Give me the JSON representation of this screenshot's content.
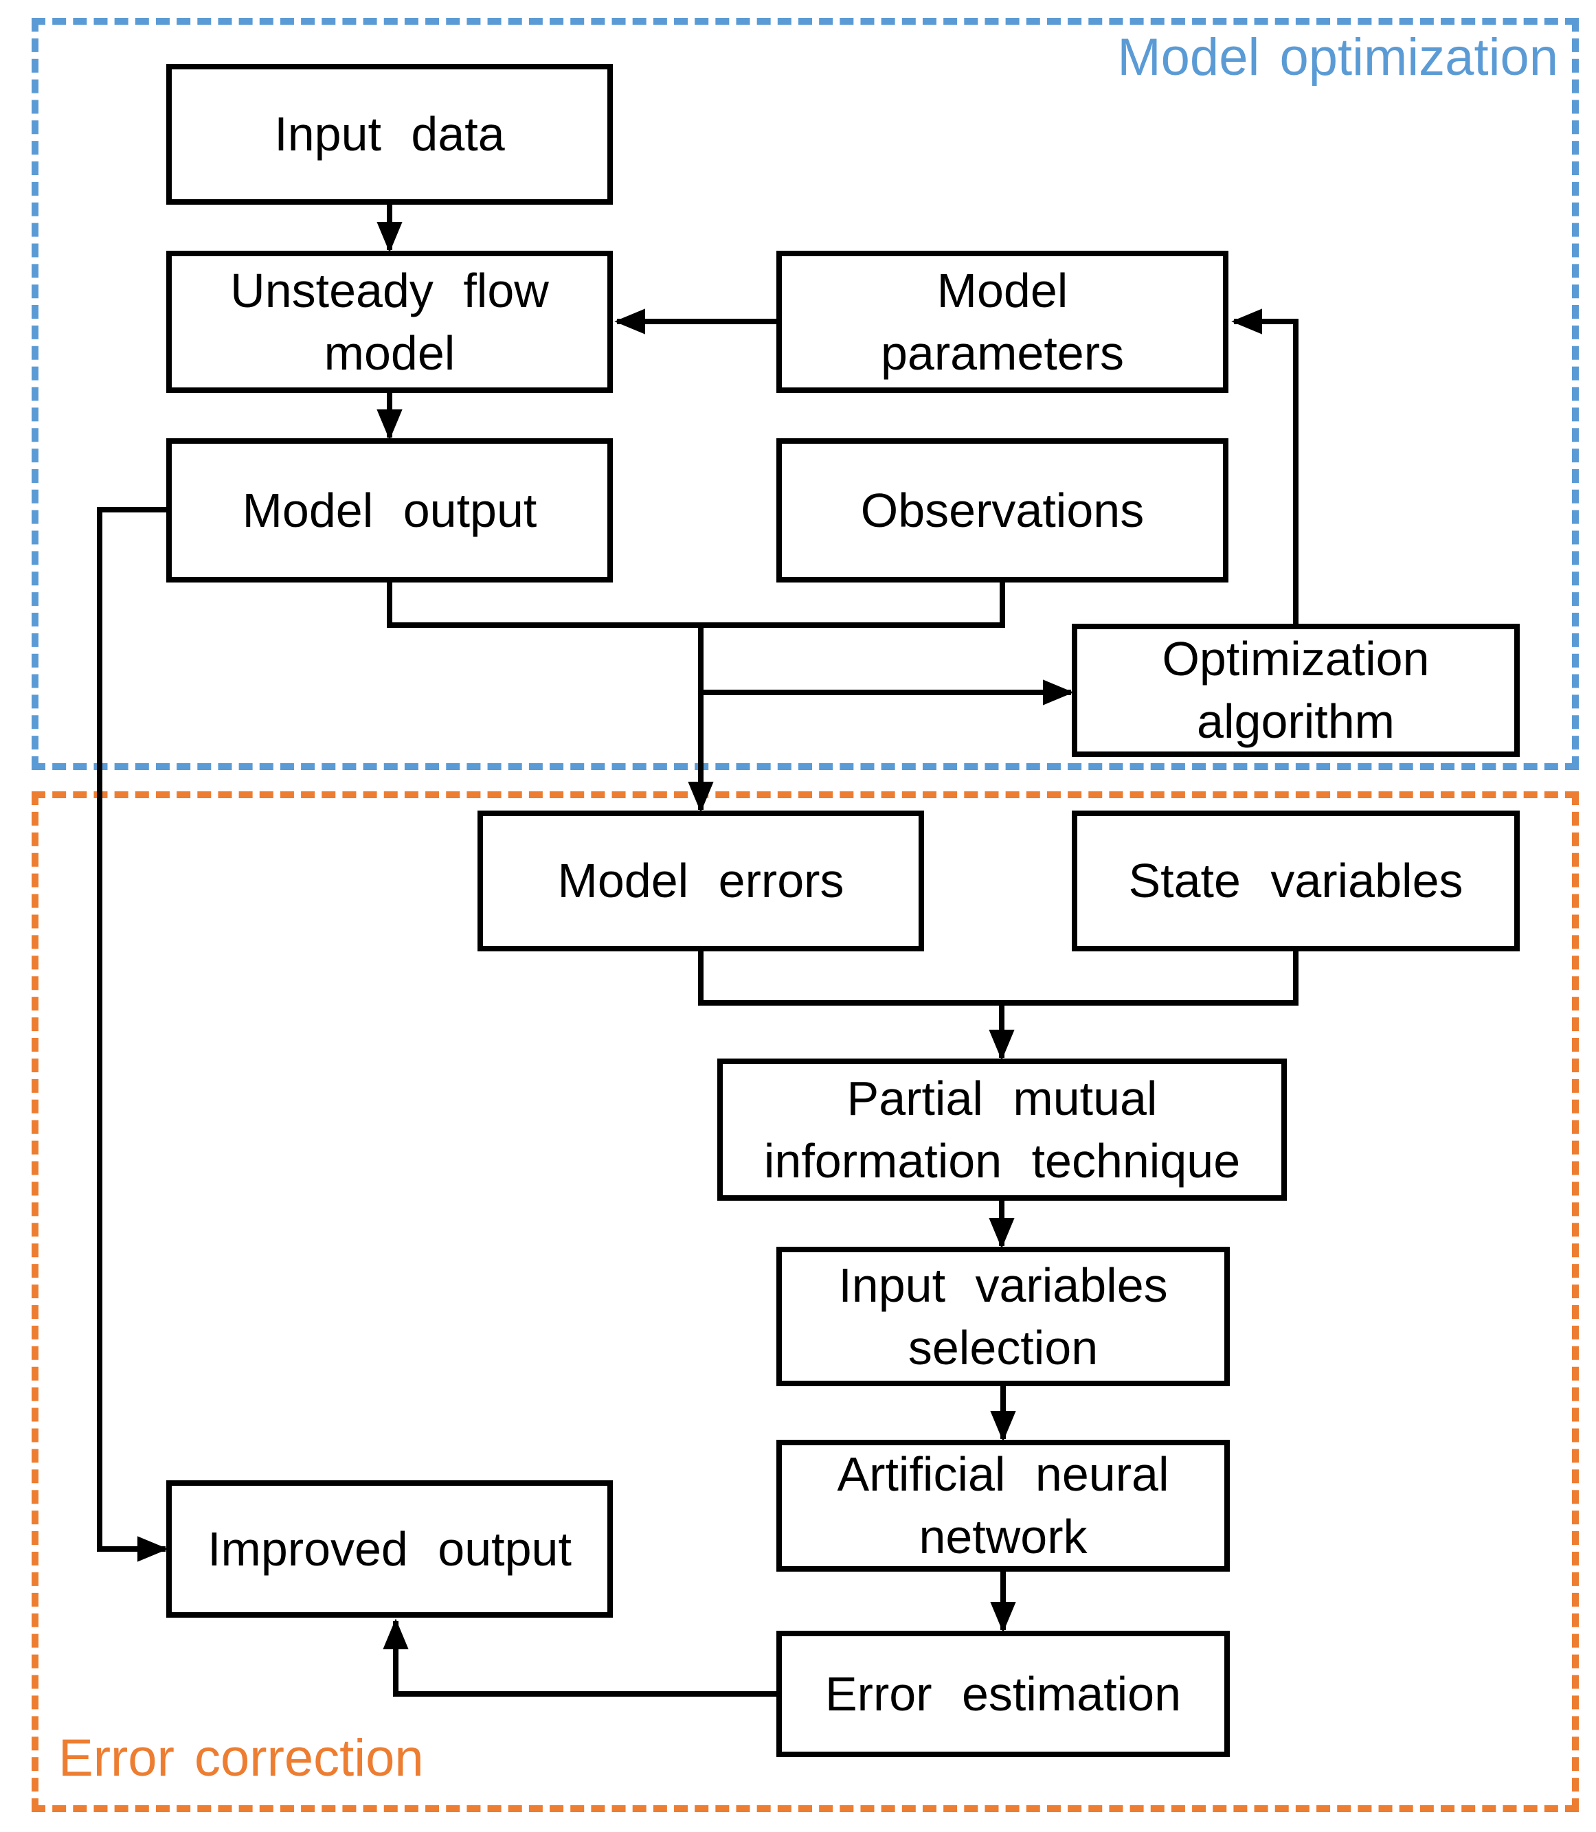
{
  "palette": {
    "blue": "#5B9BD5",
    "orange": "#ED7D31",
    "ink": "#000000",
    "fill": "#FFFFFF"
  },
  "regions": {
    "model_optimization": {
      "label": "Model optimization",
      "color": "#5B9BD5"
    },
    "error_correction": {
      "label": "Error correction",
      "color": "#ED7D31"
    }
  },
  "nodes": {
    "input_data": "Input data",
    "unsteady_flow_model": "Unsteady flow model",
    "model_parameters": "Model parameters",
    "model_output": "Model output",
    "observations": "Observations",
    "optimization_algorithm": "Optimization algorithm",
    "model_errors": "Model errors",
    "state_variables": "State variables",
    "partial_mutual_information": "Partial mutual information technique",
    "input_variables_selection": "Input variables selection",
    "artificial_neural_network": "Artificial neural network",
    "error_estimation": "Error estimation",
    "improved_output": "Improved output"
  },
  "edges": [
    {
      "from": "Input data",
      "to": "Unsteady flow model"
    },
    {
      "from": "Model parameters",
      "to": "Unsteady flow model"
    },
    {
      "from": "Unsteady flow model",
      "to": "Model output"
    },
    {
      "from": "Model output",
      "to": "Improved output"
    },
    {
      "from": "Model output + Observations",
      "to": "Model errors"
    },
    {
      "from": "Model output + Observations",
      "to": "Optimization algorithm"
    },
    {
      "from": "Optimization algorithm",
      "to": "Model parameters"
    },
    {
      "from": "Model errors + State variables",
      "to": "Partial mutual information technique"
    },
    {
      "from": "Partial mutual information technique",
      "to": "Input variables selection"
    },
    {
      "from": "Input variables selection",
      "to": "Artificial neural network"
    },
    {
      "from": "Artificial neural network",
      "to": "Error estimation"
    },
    {
      "from": "Error estimation",
      "to": "Improved output"
    }
  ]
}
